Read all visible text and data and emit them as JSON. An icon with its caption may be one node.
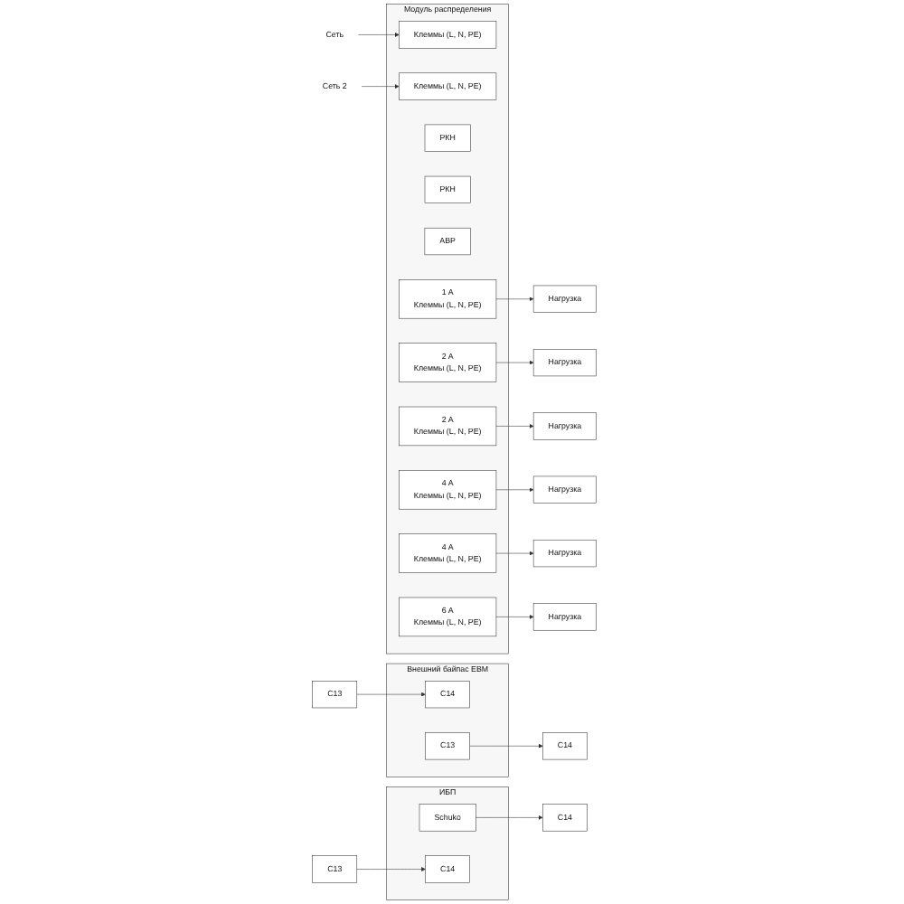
{
  "diagram": {
    "nodes": [
      {
        "text": [
          "Модуль распределения"
        ]
      },
      {
        "text": [
          "Сеть"
        ]
      },
      {
        "text": [
          "Клеммы (L, N, PE)"
        ],
        "in": 0
      },
      {
        "text": [
          "Сеть 2"
        ]
      },
      {
        "text": [
          "Клеммы (L, N, PE)"
        ],
        "in": 0
      },
      {
        "text": [
          "РКН"
        ],
        "in": 0
      },
      {
        "text": [
          "РКН"
        ],
        "in": 0
      },
      {
        "text": [
          "АВР"
        ],
        "in": 0
      },
      {
        "text": [
          "1 A",
          "Клеммы (L, N, PE)"
        ],
        "in": 0
      },
      {
        "text": [
          "2 A",
          "Клеммы (L, N, PE)"
        ],
        "in": 0
      },
      {
        "text": [
          "2 A",
          "Клеммы (L, N, PE)"
        ],
        "in": 0
      },
      {
        "text": [
          "4 A",
          "Клеммы (L, N, PE)"
        ],
        "in": 0
      },
      {
        "text": [
          "4 A",
          "Клеммы (L, N, PE)"
        ],
        "in": 0
      },
      {
        "text": [
          "6 A",
          "Клеммы (L, N, PE)"
        ],
        "in": 0
      },
      {
        "text": [
          "Нагрузка"
        ]
      },
      {
        "text": [
          "Нагрузка"
        ]
      },
      {
        "text": [
          "Нагрузка"
        ]
      },
      {
        "text": [
          "Нагрузка"
        ]
      },
      {
        "text": [
          "Нагрузка"
        ]
      },
      {
        "text": [
          "Нагрузка"
        ]
      },
      {
        "text": [
          "C13"
        ]
      },
      {
        "text": [
          "C14"
        ]
      },
      {
        "text": [
          "Внешний байпас ЕВМ"
        ]
      },
      {
        "text": [
          "C14"
        ],
        "in": 22
      },
      {
        "text": [
          "C13"
        ],
        "in": 22
      },
      {
        "text": [
          "C14"
        ]
      },
      {
        "text": [
          "C13"
        ]
      },
      {
        "text": [
          "ИБП"
        ]
      },
      {
        "text": [
          "Schuko"
        ],
        "in": 27
      },
      {
        "text": [
          "C14"
        ],
        "in": 27
      }
    ],
    "edges": [
      {
        "from": 1,
        "to": 2,
        "arrow": "to"
      },
      {
        "from": 3,
        "to": 4,
        "arrow": "to"
      },
      {
        "from": 8,
        "to": 14,
        "arrow": "to"
      },
      {
        "from": 9,
        "to": 15,
        "arrow": "to"
      },
      {
        "from": 10,
        "to": 16,
        "arrow": "to"
      },
      {
        "from": 11,
        "to": 17,
        "arrow": "to"
      },
      {
        "from": 12,
        "to": 18,
        "arrow": "to"
      },
      {
        "from": 13,
        "to": 19,
        "arrow": "to"
      },
      {
        "from": 20,
        "to": 23,
        "arrow": "to"
      },
      {
        "from": 24,
        "to": 21,
        "arrow": "to"
      },
      {
        "from": 28,
        "to": 25,
        "arrow": "to"
      },
      {
        "from": 26,
        "to": 29,
        "arrow": "to"
      }
    ]
  }
}
